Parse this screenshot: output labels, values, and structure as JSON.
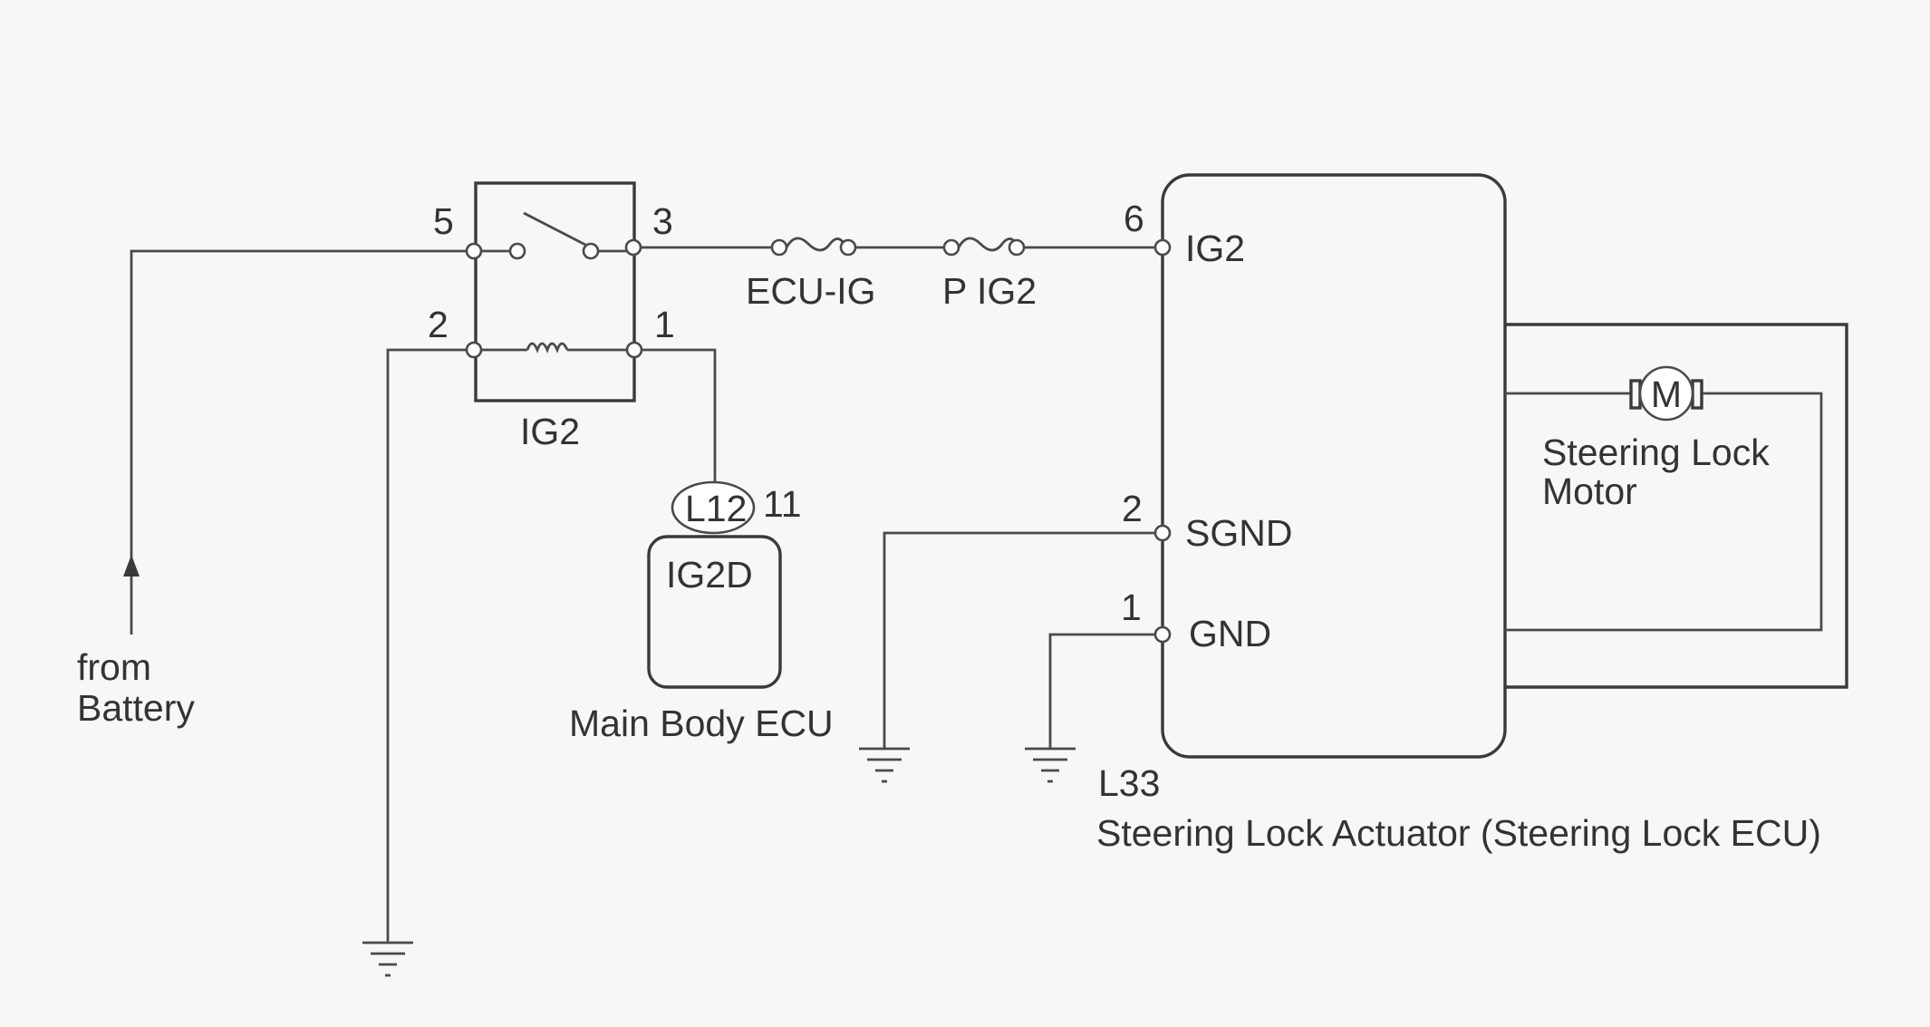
{
  "relay": {
    "name": "IG2",
    "pins": {
      "p5": "5",
      "p3": "3",
      "p2": "2",
      "p1": "1"
    }
  },
  "fuses": {
    "ecu_ig": "ECU-IG",
    "p_ig2": "P IG2"
  },
  "battery": {
    "line1": "from",
    "line2": "Battery"
  },
  "main_body_ecu": {
    "connector": "L12",
    "pin": "11",
    "terminal": "IG2D",
    "name": "Main Body ECU"
  },
  "actuator": {
    "connector": "L33",
    "name": "Steering Lock Actuator (Steering Lock ECU)",
    "pins": [
      {
        "number": "6",
        "label": "IG2"
      },
      {
        "number": "2",
        "label": "SGND"
      },
      {
        "number": "1",
        "label": "GND"
      }
    ]
  },
  "motor": {
    "symbol": "M",
    "line1": "Steering Lock",
    "line2": "Motor"
  }
}
